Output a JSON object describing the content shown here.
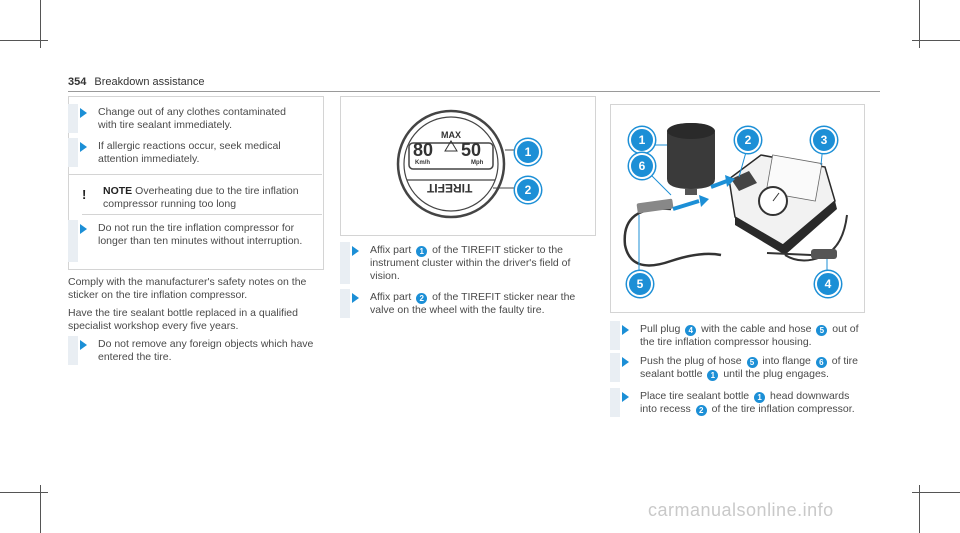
{
  "header": {
    "page_number": "354",
    "section": "Breakdown assistance"
  },
  "left_column": {
    "warning_steps": [
      "Change out of any clothes contaminated with tire sealant immediately.",
      "If allergic reactions occur, seek medical attention immediately."
    ],
    "note": {
      "icon": "!",
      "label": "NOTE",
      "text": "Overheating due to the tire inflation compressor running too long",
      "step": "Do not run the tire inflation compressor for longer than ten minutes without inter­ruption."
    },
    "para1": "Comply with the manufacturer's safety notes on the sticker on the tire inflation compressor.",
    "para2": "Have the tire sealant bottle replaced in a qualified specialist workshop every five years.",
    "step": "Do not remove any foreign objects which have entered the tire."
  },
  "middle_column": {
    "sticker": {
      "max_label": "MAX",
      "speed_kmh": "80",
      "speed_mph": "50",
      "unit_kmh": "Km/h",
      "unit_mph": "Mph",
      "brand_mirrored": "TIREFIT"
    },
    "callouts": [
      "1",
      "2"
    ],
    "steps": [
      {
        "before": "Affix part",
        "badge": "1",
        "after": "of the TIREFIT sticker to the instrument cluster within the driver's field of vision."
      },
      {
        "before": "Affix part",
        "badge": "2",
        "after": "of the TIREFIT sticker near the valve on the wheel with the faulty tire."
      }
    ]
  },
  "right_column": {
    "callouts": [
      "1",
      "2",
      "3",
      "6",
      "5",
      "4"
    ],
    "steps": [
      {
        "parts": [
          "Pull plug",
          "4",
          "with the cable and hose",
          "5",
          "out of the tire inflation compressor housing."
        ]
      },
      {
        "parts": [
          "Push the plug of hose",
          "5",
          "into flange",
          "6",
          "of tire sealant bottle",
          "1",
          "until the plug engages."
        ]
      },
      {
        "parts": [
          "Place tire sealant bottle",
          "1",
          "head downwards into recess",
          "2",
          "of the tire inflation compressor."
        ]
      }
    ]
  },
  "watermark": "carmanualsonline.info",
  "colors": {
    "accent": "#1c8fd6",
    "step_bar": "#e9eef3",
    "text": "#4a4a4a"
  }
}
